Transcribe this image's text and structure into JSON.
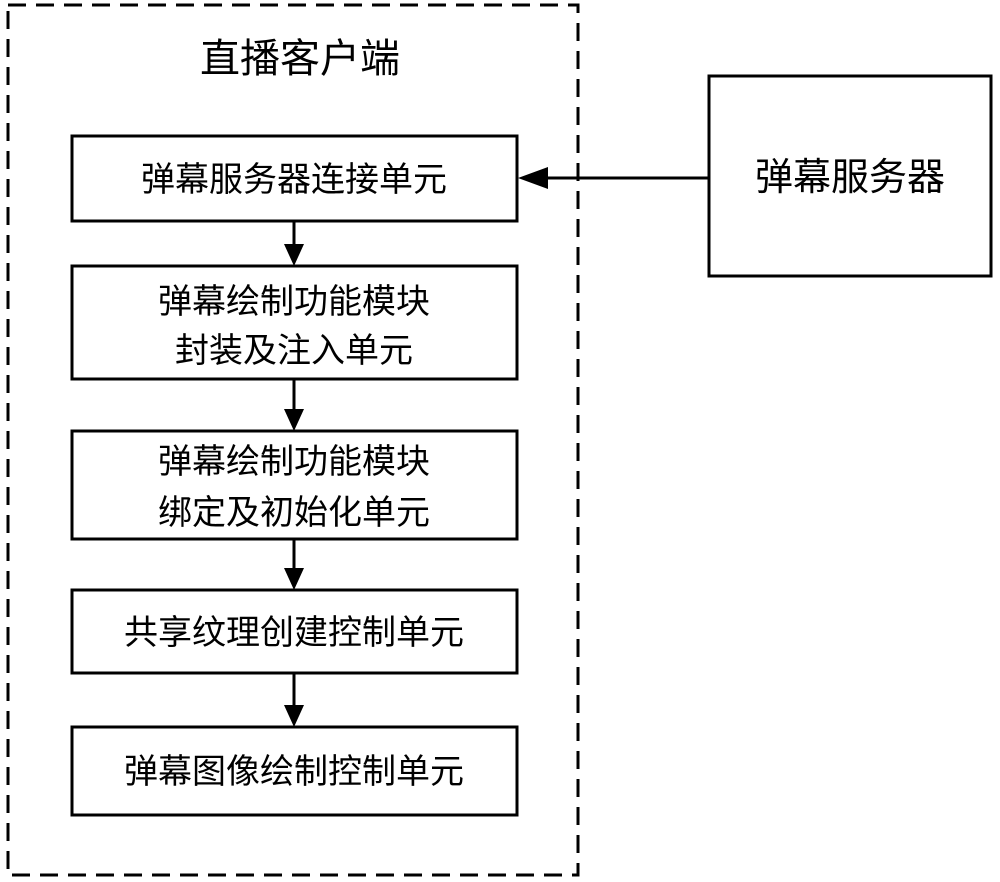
{
  "client": {
    "title": "直播客户端",
    "units": [
      {
        "id": "connection",
        "lines": [
          "弹幕服务器连接单元"
        ]
      },
      {
        "id": "package-inject",
        "lines": [
          "弹幕绘制功能模块",
          "封装及注入单元"
        ]
      },
      {
        "id": "bind-init",
        "lines": [
          "弹幕绘制功能模块",
          "绑定及初始化单元"
        ]
      },
      {
        "id": "shared-texture",
        "lines": [
          "共享纹理创建控制单元"
        ]
      },
      {
        "id": "image-draw",
        "lines": [
          "弹幕图像绘制控制单元"
        ]
      }
    ]
  },
  "server": {
    "label": "弹幕服务器"
  },
  "colors": {
    "stroke": "#000000",
    "background": "#ffffff"
  }
}
